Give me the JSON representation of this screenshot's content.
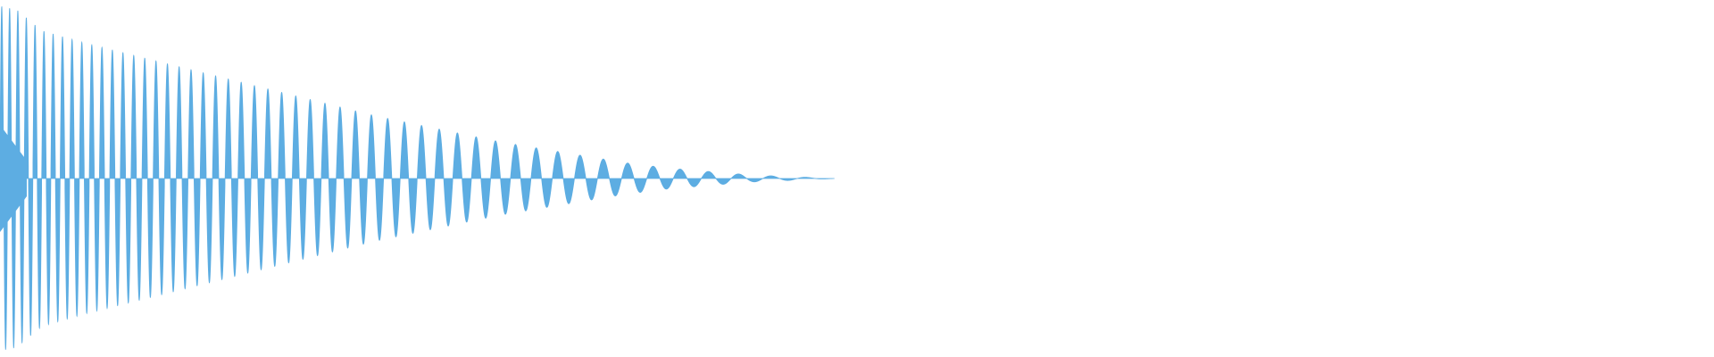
{
  "colors": {
    "background": "#ffffff",
    "waveform": "#5dade2"
  },
  "chart_data": {
    "type": "area",
    "title": "",
    "xlabel": "",
    "ylabel": "",
    "grid": false,
    "axes_visible": false,
    "description_of_signal": "",
    "series": [
      {
        "values_kind": "envelope",
        "x": [
          0.0,
          0.02,
          0.05,
          0.1,
          0.15,
          0.2,
          0.25,
          0.3,
          0.35,
          0.4,
          0.45,
          0.5,
          0.55,
          0.6,
          0.65,
          0.7,
          0.75,
          0.8,
          0.85,
          0.9,
          0.95,
          1.0
        ],
        "values": [
          0.99,
          0.97,
          0.85,
          0.78,
          0.72,
          0.66,
          0.6,
          0.54,
          0.48,
          0.42,
          0.36,
          0.31,
          0.26,
          0.21,
          0.17,
          0.13,
          0.09,
          0.06,
          0.04,
          0.02,
          0.01,
          0.0
        ]
      }
    ],
    "xlim": [
      0,
      1
    ],
    "ylim": [
      -1,
      1
    ],
    "signal_end_fraction": 0.487,
    "cycles": 52
  }
}
